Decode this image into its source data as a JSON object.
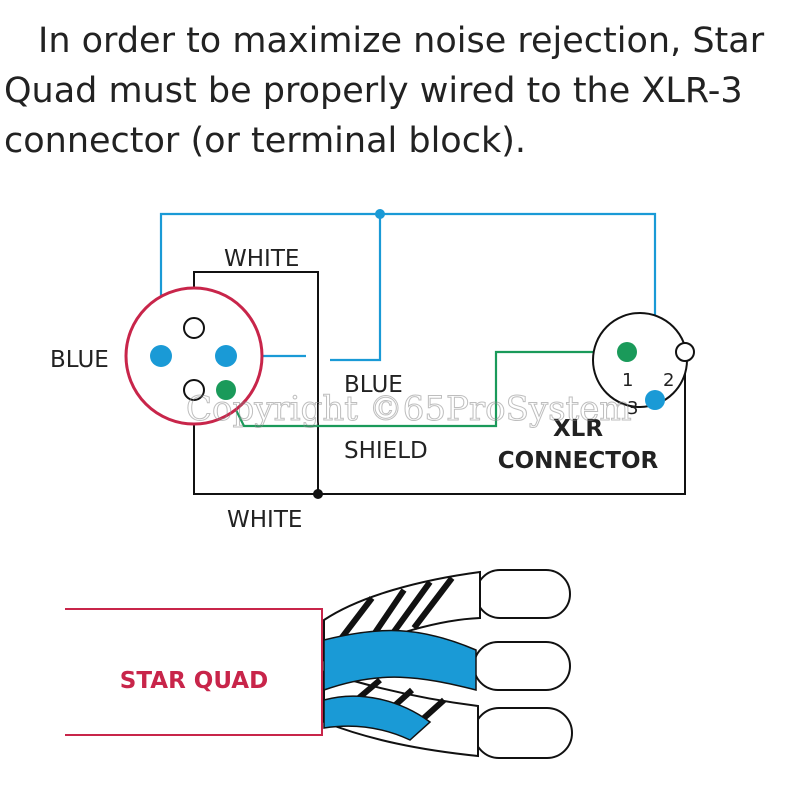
{
  "intro": {
    "line1": "In order to maximize noise rejection, Star",
    "line2": "Quad must be properly wired to the XLR-3",
    "line3": "connector (or terminal block)."
  },
  "labels": {
    "white_top": "WHITE",
    "white_bottom": "WHITE",
    "blue_left": "BLUE",
    "blue_mid": "BLUE",
    "shield": "SHIELD",
    "xlr_line1": "XLR",
    "xlr_line2": "CONNECTOR",
    "pin1": "1",
    "pin2": "2",
    "pin3": "3",
    "star_quad": "STAR QUAD"
  },
  "watermark": "Copyright ©65ProSystem",
  "colors": {
    "blue_wire": "#1a9ad6",
    "green_wire": "#1a9a5a",
    "black_wire": "#111111",
    "ring": "#c8254a",
    "cable_outline": "#c8254a"
  }
}
